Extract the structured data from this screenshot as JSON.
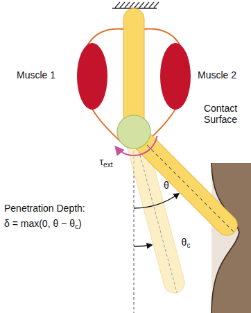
{
  "diagram": {
    "labels": [
      "Muscle 1",
      "Muscle 2",
      "Contact Surface",
      "τext",
      "θ",
      "θc",
      "Penetration Depth:",
      "δ = max(0, θ − θc)"
    ]
  }
}
